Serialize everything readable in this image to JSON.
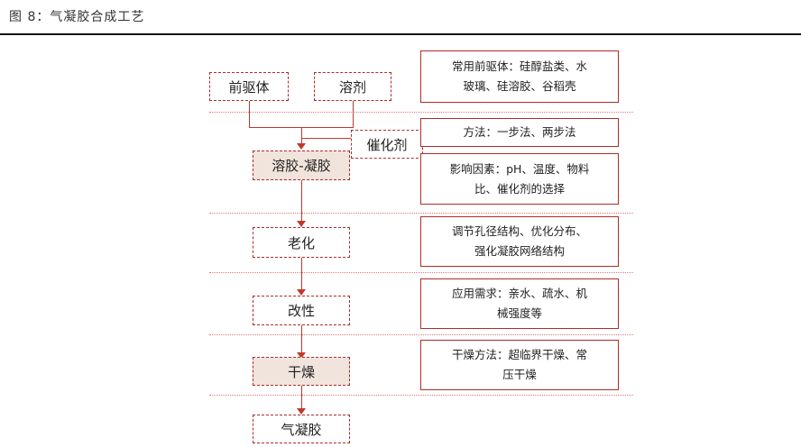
{
  "figure": {
    "title": "图 8：气凝胶合成工艺"
  },
  "nodes": {
    "precursor": "前驱体",
    "solvent": "溶剂",
    "catalyst": "催化剂",
    "sol_gel": "溶胶-凝胶",
    "aging": "老化",
    "modification": "改性",
    "drying": "干燥",
    "aerogel": "气凝胶"
  },
  "notes": {
    "precursors": [
      "常用前驱体：硅醇盐类、水",
      "玻璃、硅溶胶、谷稻壳"
    ],
    "method": [
      "方法：一步法、两步法"
    ],
    "factors": [
      "影响因素：pH、温度、物料",
      "比、催化剂的选择"
    ],
    "aging": [
      "调节孔径结构、优化分布、",
      "强化凝胶网络结构"
    ],
    "modification": [
      "应用需求：亲水、疏水、机",
      "械强度等"
    ],
    "drying": [
      "干燥方法：超临界干燥、常",
      "压干燥"
    ]
  },
  "colors": {
    "accent": "#b22a2a",
    "fill": "#f1e4dc",
    "separator": "#e07a7a"
  }
}
